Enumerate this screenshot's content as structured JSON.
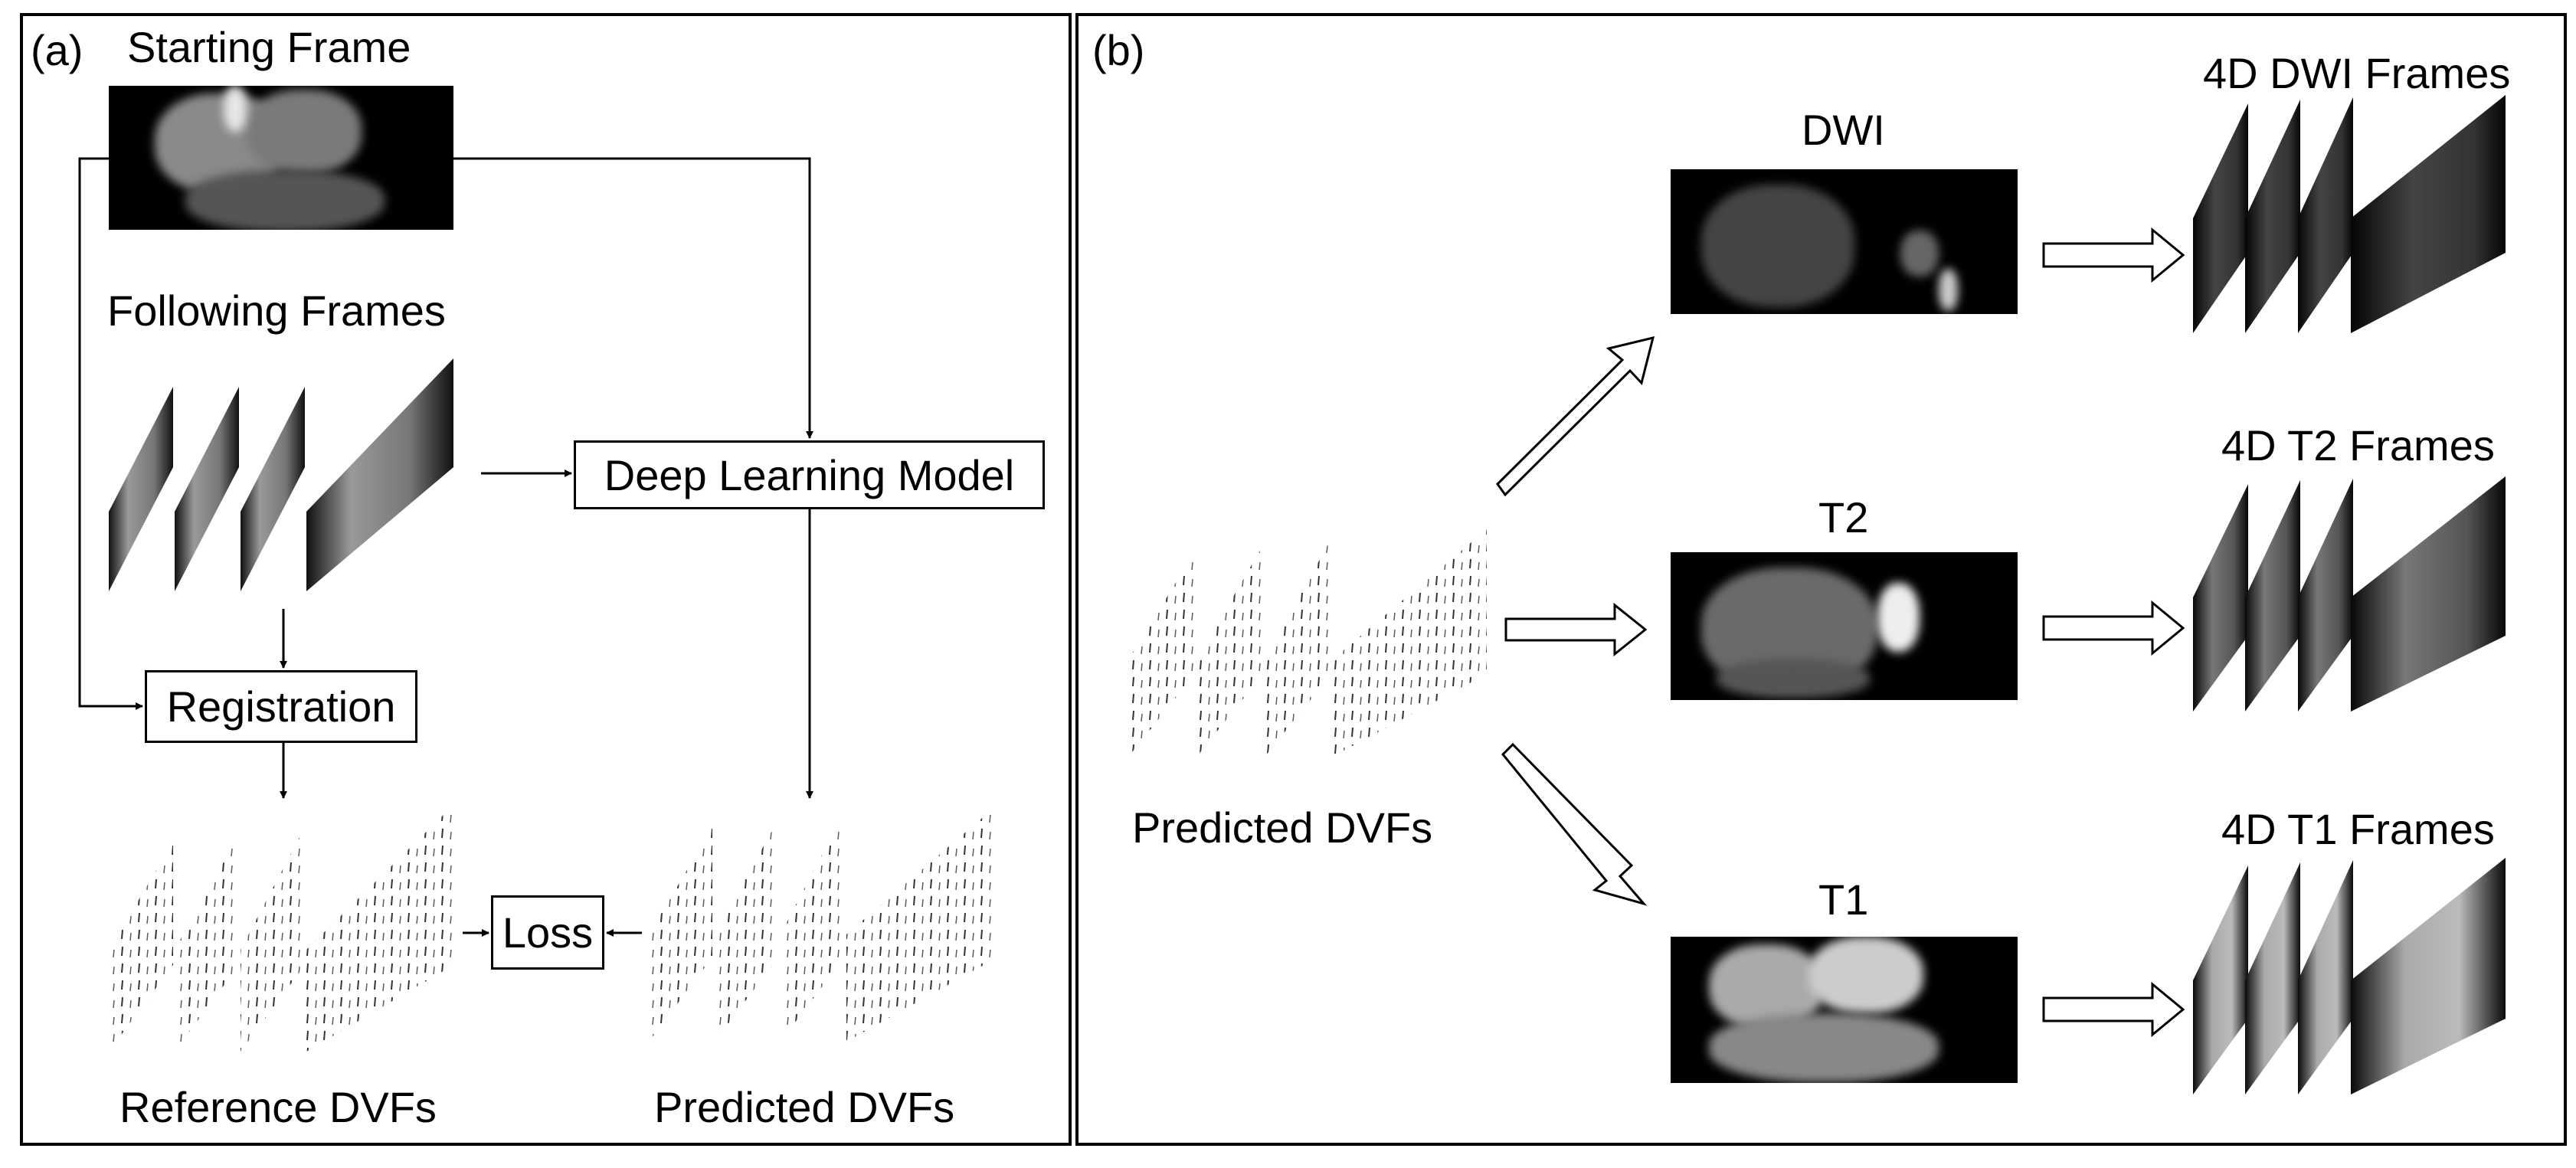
{
  "panel_a": {
    "label": "(a)",
    "starting_frame": "Starting Frame",
    "following_frames": "Following Frames",
    "deep_learning_model": "Deep Learning Model",
    "registration": "Registration",
    "loss": "Loss",
    "reference_dvfs": "Reference DVFs",
    "predicted_dvfs": "Predicted DVFs"
  },
  "panel_b": {
    "label": "(b)",
    "predicted_dvfs": "Predicted DVFs",
    "modalities": [
      {
        "name": "DWI",
        "output": "4D DWI Frames"
      },
      {
        "name": "T2",
        "output": "4D T2 Frames"
      },
      {
        "name": "T1",
        "output": "4D T1 Frames"
      }
    ]
  },
  "colors": {
    "line": "#000000",
    "background": "#ffffff",
    "image_bg": "#000000"
  }
}
